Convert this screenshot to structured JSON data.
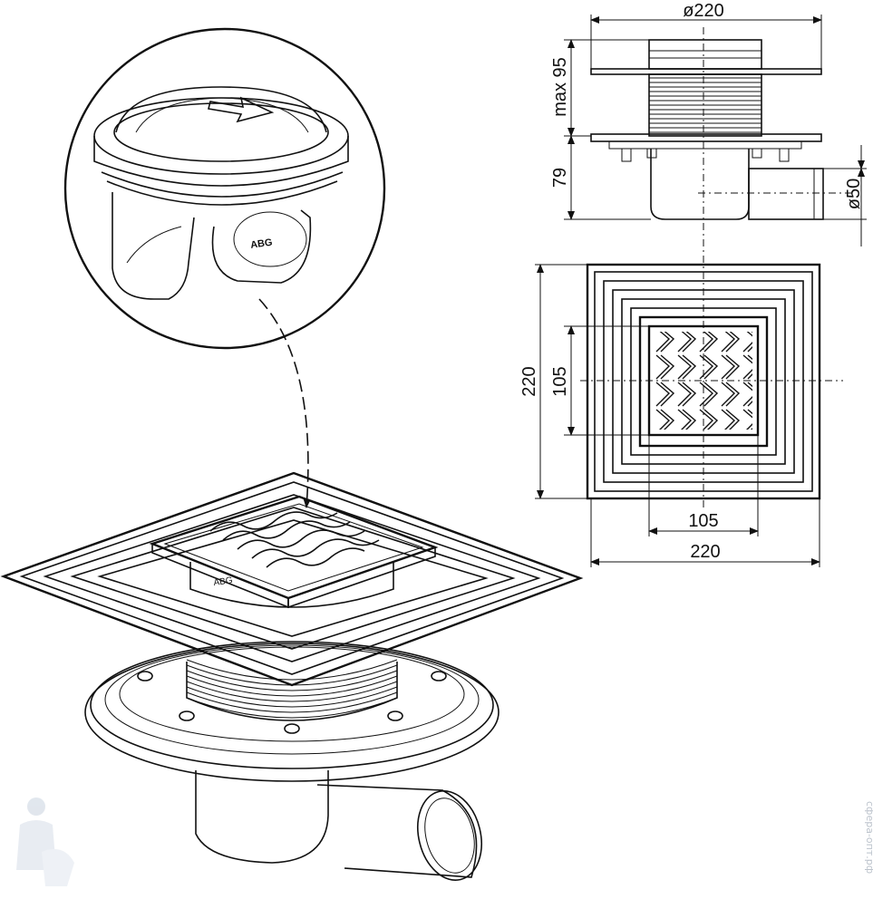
{
  "dimensions": {
    "flange_diameter": "ø220",
    "max_height": "max 95",
    "body_height": "79",
    "outlet_diameter": "ø50",
    "plate_height": "220",
    "grate_height": "105",
    "grate_width": "105",
    "plate_width": "220"
  },
  "labels": {
    "siphon_mark": "ABG",
    "watermark": "сфера-опт.рф"
  },
  "colors": {
    "line": "#111111",
    "background": "#ffffff",
    "watermark": "#bcc3cc"
  }
}
